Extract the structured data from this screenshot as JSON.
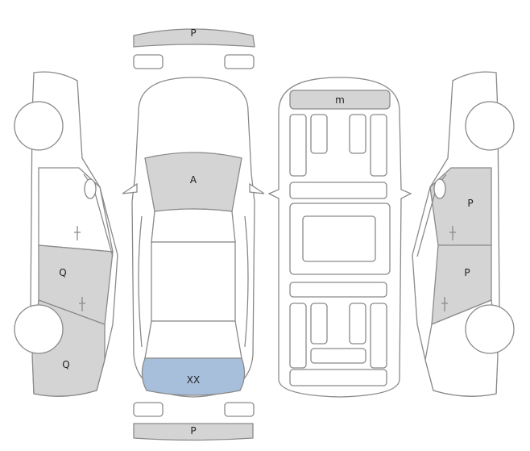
{
  "colors": {
    "outline": "#8a8a8a",
    "marked_grey": "#d4d4d4",
    "marked_blue": "#a7bfdb",
    "background": "#ffffff"
  },
  "labels": {
    "front_bumper": "P",
    "rear_bumper": "P",
    "hood": "A",
    "trunk": "XX",
    "roof": "m",
    "left_rear_door": "Q",
    "left_rear_quarter": "Q",
    "right_front_fender": "P",
    "right_front_door": "P"
  }
}
